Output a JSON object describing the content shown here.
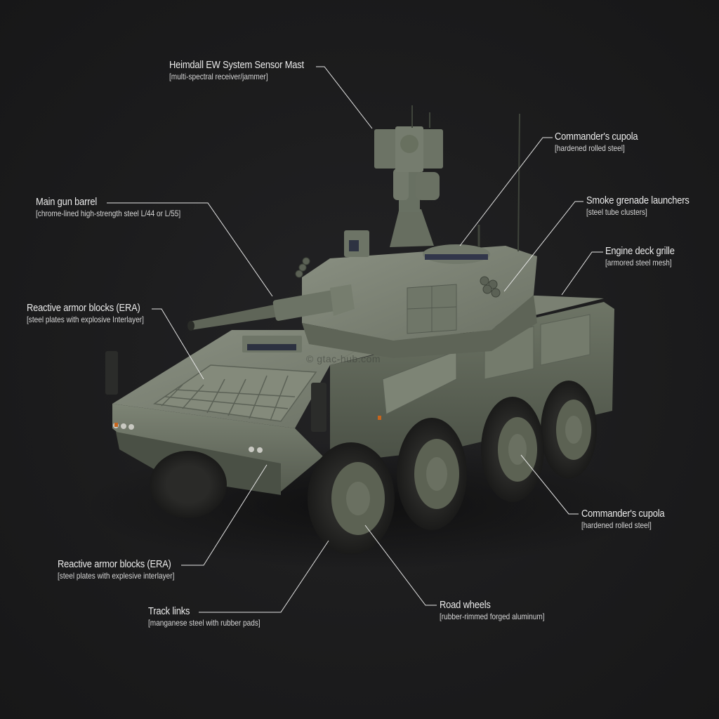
{
  "diagram": {
    "subject": "8x8 wheeled armored fighting vehicle with turret and EW sensor mast",
    "background_color": "#1b1b1c",
    "vehicle_color": "#6b7263",
    "label_color": "#ececec",
    "leader_line_color": "#e6e6e6",
    "watermark": "© gtac-hub.com"
  },
  "labels": [
    {
      "id": "sensor-mast",
      "title": "Heimdall EW System Sensor Mast",
      "subtitle": "[multi-spectral receiver/jammer]"
    },
    {
      "id": "main-gun",
      "title": "Main gun barrel",
      "subtitle": "[chrome-lined high-strength steel L/44 or L/55]"
    },
    {
      "id": "era-upper",
      "title": "Reactive armor blocks (ERA)",
      "subtitle": "[steel plates with explosive Interlayer]"
    },
    {
      "id": "cupola-upper",
      "title": "Commander's cupola",
      "subtitle": "[hardened rolled steel]"
    },
    {
      "id": "smoke",
      "title": "Smoke grenade launchers",
      "subtitle": "[steel tube clusters]"
    },
    {
      "id": "engine-grille",
      "title": "Engine deck grille",
      "subtitle": "[armored steel mesh]"
    },
    {
      "id": "cupola-lower",
      "title": "Commander's cupola",
      "subtitle": "[hardened rolled steel]"
    },
    {
      "id": "era-lower",
      "title": "Reactive armor blocks (ERA)",
      "subtitle": "[steel plates with explesive interlayer]"
    },
    {
      "id": "track-links",
      "title": "Track links",
      "subtitle": "[manganese steel with rubber pads]"
    },
    {
      "id": "road-wheels",
      "title": "Road wheels",
      "subtitle": "[rubber-rimmed forged aluminum]"
    }
  ]
}
